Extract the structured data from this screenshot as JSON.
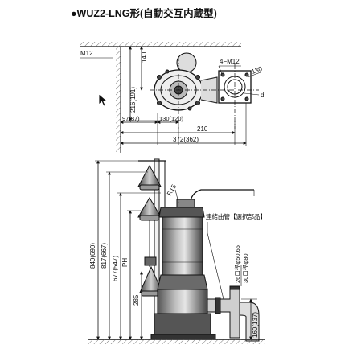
{
  "title": "●WUZ2-LNG形(自動交互内蔵型)",
  "top_view": {
    "labels": {
      "m12_left": "M12",
      "m12_right": "4−M12",
      "d130": "130",
      "d_label": "d",
      "h140": "140",
      "h216": "216(191)",
      "w97": "97(87)",
      "w130": "130(120)",
      "w210": "210",
      "w372": "372(362)"
    }
  },
  "side_view": {
    "labels": {
      "h840": "840(690)",
      "h817": "817(667)",
      "h677": "677(547)",
      "ph": "PH",
      "h285": "285",
      "r15": "R15",
      "pipe_label": "連結曲管【選択部品】",
      "d26": "26口径φ50.65",
      "d30": "30口径φ80",
      "h160": "160(137)"
    }
  },
  "colors": {
    "line": "#111111",
    "body_dark": "#3a3a3a",
    "body_mid": "#7a7a7a",
    "body_light": "#d8d8d8"
  },
  "icons": [
    "cursor-arrow-icon"
  ]
}
